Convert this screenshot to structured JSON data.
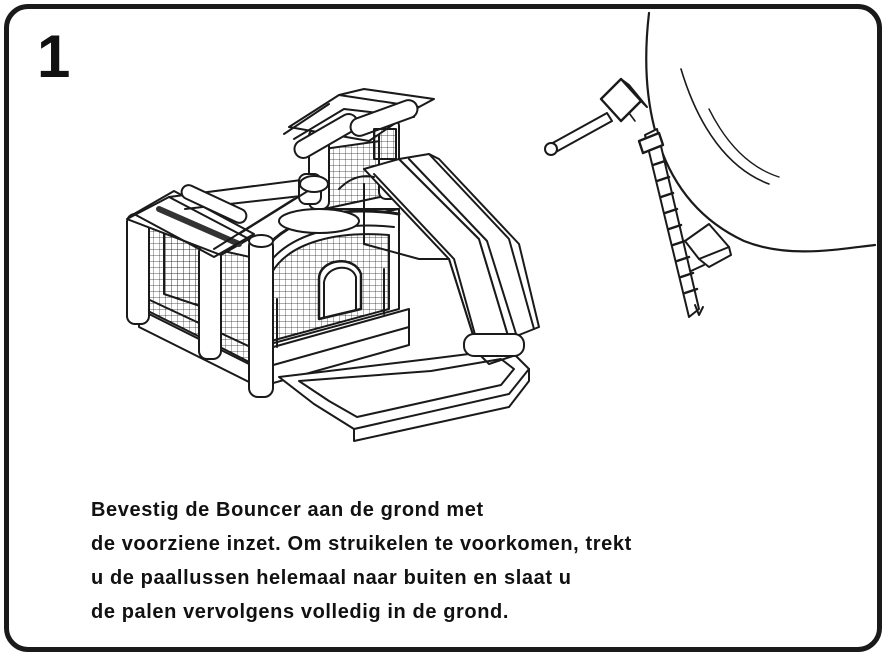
{
  "step": {
    "number": "1"
  },
  "instruction": {
    "lines": [
      "Bevestig de Bouncer aan de grond met",
      "de voorziene inzet. Om struikelen te voorkomen, trekt",
      "u de paallussen helemaal naar buiten en slaat u",
      "de palen vervolgens volledig in de grond."
    ]
  },
  "colors": {
    "ink": "#111111",
    "border": "#1a1a1a",
    "background": "#ffffff"
  },
  "icons": {
    "main_illustration": "inflatable-bouncer-with-slide",
    "detail_illustration": "mallet-driving-ground-stake"
  }
}
